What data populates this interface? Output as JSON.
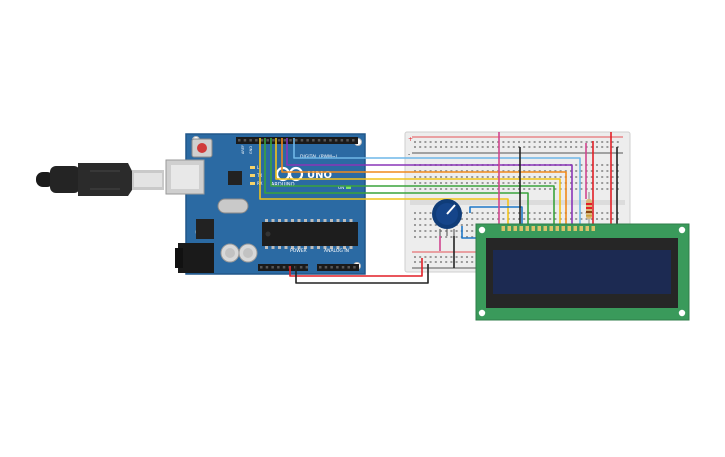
{
  "arduino": {
    "brand": "UNO",
    "logo_text": "ARDUINO",
    "digital_label": "DIGITAL (PWM~)",
    "power_label": "POWER",
    "analog_label": "ANALOG IN",
    "on_label": "ON",
    "l_label": "L",
    "tx_label": "TX",
    "rx_label": "RX",
    "aref_label": "AREF",
    "gnd_label": "GND",
    "board_color": "#2b6aa3"
  },
  "breadboard": {
    "plus_label": "+",
    "minus_label": "-"
  },
  "lcd": {
    "board_color": "#3a9a5b",
    "screen_color": "#1c2a52"
  },
  "wire_colors": {
    "red": "#e21f26",
    "black": "#222222",
    "blue": "#1f78c8",
    "lightblue": "#6fb7e8",
    "purple": "#8a35b8",
    "orange": "#f08a1c",
    "yellow": "#f2c31a",
    "green": "#3aa33c",
    "pink": "#d1458f"
  }
}
